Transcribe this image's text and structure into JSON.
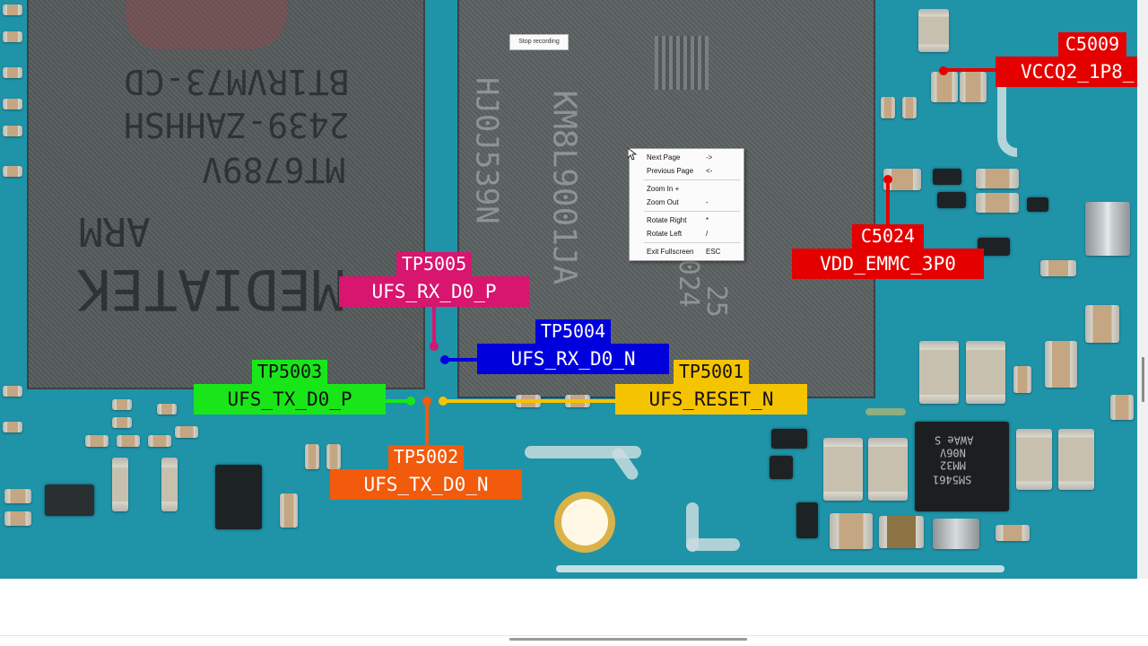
{
  "recording": {
    "stop_label": "Stop recording"
  },
  "context_menu": {
    "items": [
      {
        "label": "Next Page",
        "shortcut": "->"
      },
      {
        "label": "Previous Page",
        "shortcut": "<-"
      },
      {
        "label": "Zoom In",
        "shortcut": "+"
      },
      {
        "label": "Zoom Out",
        "shortcut": "-"
      },
      {
        "label": "Rotate Right",
        "shortcut": "*"
      },
      {
        "label": "Rotate Left",
        "shortcut": "/"
      },
      {
        "label": "Exit Fullscreen",
        "shortcut": "ESC"
      }
    ]
  },
  "chip_mediatek": {
    "line1": "BT1RVM73-CD",
    "line2": "2439-ZAHHSH",
    "line3": "MT6789V",
    "line4": "ARM",
    "line5": "MEDIATEK"
  },
  "chip_memory": {
    "line1": "KM8L9001JA",
    "line2": "HJ0J539N",
    "line3": "024",
    "line4": "25"
  },
  "chip_pmic": {
    "line1": "SM5461",
    "line2": "MM32",
    "line3": "N06V",
    "line4": "AWAe S"
  },
  "labels": {
    "c5009": {
      "ref": "C5009",
      "signal": "VCCQ2_1P8_"
    },
    "c5024": {
      "ref": "C5024",
      "signal": "VDD_EMMC_3P0"
    },
    "tp5005": {
      "ref": "TP5005",
      "signal": "UFS_RX_D0_P"
    },
    "tp5004": {
      "ref": "TP5004",
      "signal": "UFS_RX_D0_N"
    },
    "tp5003": {
      "ref": "TP5003",
      "signal": "UFS_TX_D0_P"
    },
    "tp5001": {
      "ref": "TP5001",
      "signal": "UFS_RESET_N"
    },
    "tp5002": {
      "ref": "TP5002",
      "signal": "UFS_TX_D0_N"
    }
  },
  "colors": {
    "board": "#1f93a8",
    "red": "#e50000",
    "magenta": "#d8156f",
    "blue": "#0000dd",
    "green": "#19e619",
    "yellow": "#f5c400",
    "orange": "#f25a0c"
  }
}
